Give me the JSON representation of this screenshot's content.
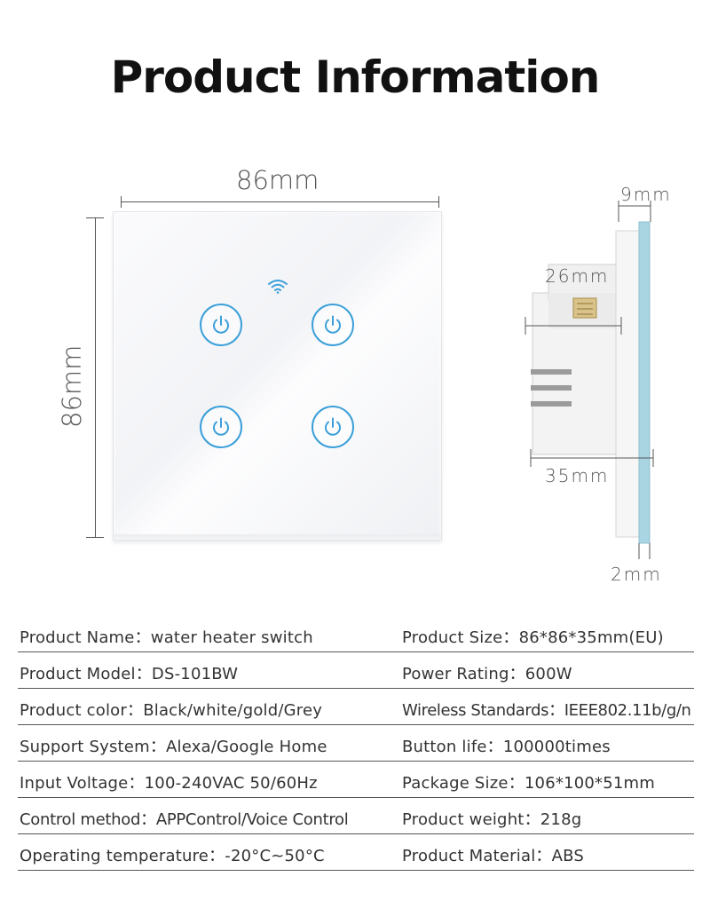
{
  "title": "Product Information",
  "front_view": {
    "width_label": "86mm",
    "height_label": "86mm",
    "buttons": [
      "power",
      "power",
      "power",
      "power"
    ],
    "wifi_icon": "wifi-icon",
    "accent_color": "#3b9fd9"
  },
  "side_view": {
    "depth_9": "9mm",
    "depth_26": "26mm",
    "depth_35": "35mm",
    "glass_2": "2mm",
    "glass_color": "#a9d4e2"
  },
  "specs": [
    {
      "left_label": "Product Name",
      "left_value": "water heater switch",
      "right_label": "Product Size",
      "right_value": "86*86*35mm(EU)"
    },
    {
      "left_label": "Product Model",
      "left_value": "DS-101BW",
      "right_label": "Power Rating",
      "right_value": "600W"
    },
    {
      "left_label": "Product color",
      "left_value": "Black/white/gold/Grey",
      "right_label": "Wireless Standards",
      "right_value": "IEEE802.11b/g/n"
    },
    {
      "left_label": "Support System",
      "left_value": "Alexa/Google Home",
      "right_label": "Button life",
      "right_value": "100000times"
    },
    {
      "left_label": "Input Voltage",
      "left_value": "100-240VAC 50/60Hz",
      "right_label": "Package Size",
      "right_value": "106*100*51mm"
    },
    {
      "left_label": "Control method",
      "left_value": "APPControl/Voice Control",
      "right_label": "Product weight",
      "right_value": "218g"
    },
    {
      "left_label": "Operating temperature",
      "left_value": "-20°C~50°C",
      "right_label": "Product Material",
      "right_value": "ABS"
    }
  ]
}
